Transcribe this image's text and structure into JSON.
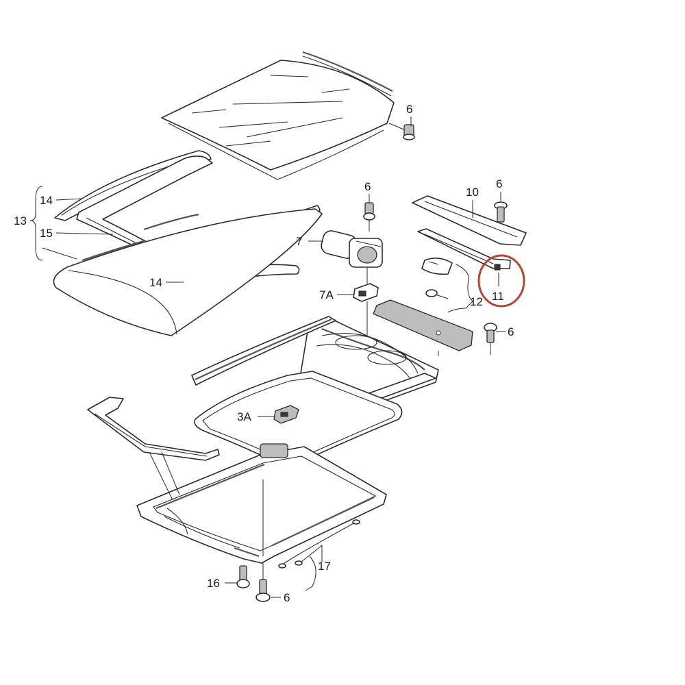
{
  "callouts": {
    "c6_glass": "6",
    "c6_motor": "6",
    "c6_rail": "6",
    "c6_deflector": "6",
    "c6_bottom": "6",
    "c7": "7",
    "c7a": "7A",
    "c10": "10",
    "c11": "11",
    "c12": "12",
    "c13": "13",
    "c14_top": "14",
    "c14_mid": "14",
    "c15": "15",
    "c16": "16",
    "c17": "17",
    "c3a": "3A"
  },
  "highlight": {
    "target": "11",
    "color": "#b8452f"
  }
}
